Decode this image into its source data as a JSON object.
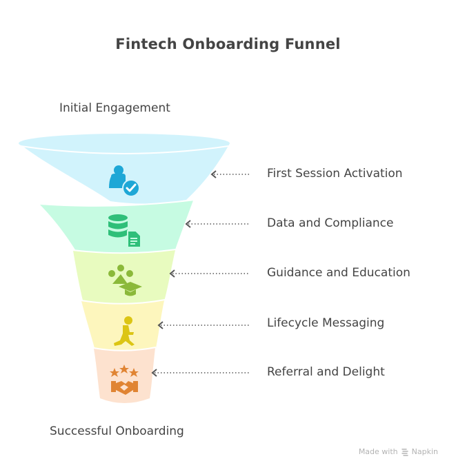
{
  "title": "Fintech Onboarding Funnel",
  "top_label": "Initial Engagement",
  "bottom_label": "Successful Onboarding",
  "stages": [
    {
      "label": "First Session Activation",
      "icon": "user-check-icon",
      "fill": "#d1f3fc",
      "icon_color": "#1ea7d6"
    },
    {
      "label": "Data and Compliance",
      "icon": "database-document-icon",
      "fill": "#c6fbe2",
      "icon_color": "#2fbf79"
    },
    {
      "label": "Guidance and Education",
      "icon": "group-graduation-icon",
      "fill": "#e8fbbf",
      "icon_color": "#8bb93a"
    },
    {
      "label": "Lifecycle Messaging",
      "icon": "running-person-icon",
      "fill": "#fdf6bd",
      "icon_color": "#dcc514"
    },
    {
      "label": "Referral and Delight",
      "icon": "stars-handshake-icon",
      "fill": "#fde2cf",
      "icon_color": "#e08433"
    }
  ],
  "footer": {
    "made_with": "Made with",
    "brand": "Napkin"
  }
}
